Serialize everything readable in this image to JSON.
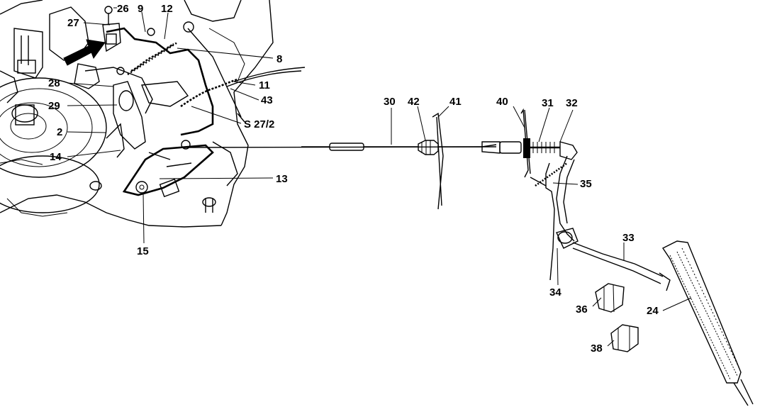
{
  "diagram": {
    "labels": {
      "l26": "26",
      "l9": "9",
      "l12": "12",
      "l27": "27",
      "l8": "8",
      "l28": "28",
      "l11": "11",
      "l43": "43",
      "l29": "29",
      "l2": "2",
      "ls272": "S 27/2",
      "l14": "14",
      "l13": "13",
      "l15": "15",
      "l30": "30",
      "l42": "42",
      "l41": "41",
      "l40": "40",
      "l31": "31",
      "l32": "32",
      "l35": "35",
      "l33": "33",
      "l34": "34",
      "l36": "36",
      "l24": "24",
      "l38": "38"
    }
  }
}
